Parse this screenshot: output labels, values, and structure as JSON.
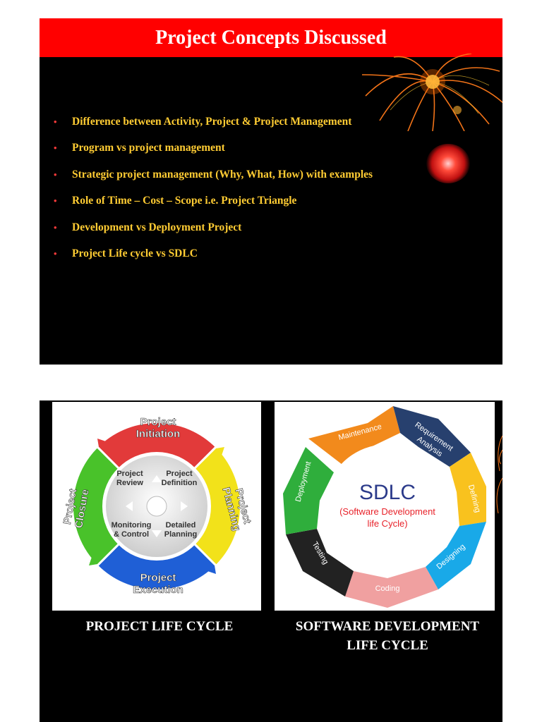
{
  "slide1": {
    "title": "Project Concepts Discussed",
    "bullets": [
      "Difference between Activity, Project & Project Management",
      "Program vs project management",
      "Strategic project management (Why, What, How) with examples",
      "Role of Time – Cost – Scope i.e. Project Triangle",
      "Development vs Deployment Project",
      "Project Life cycle vs SDLC"
    ]
  },
  "plc": {
    "caption": "PROJECT LIFE CYCLE",
    "stages": {
      "initiation": [
        "Project",
        "Initiation"
      ],
      "planning": [
        "Project",
        "Planning"
      ],
      "execution": [
        "Project",
        "Execution"
      ],
      "closure": [
        "Project",
        "Closure"
      ]
    },
    "inner": {
      "review": [
        "Project",
        "Review"
      ],
      "definition": [
        "Project",
        "Definition"
      ],
      "monitoring": [
        "Monitoring",
        "& Control"
      ],
      "detailed": [
        "Detailed",
        "Planning"
      ]
    }
  },
  "sdlc": {
    "caption_line1": "SOFTWARE DEVELOPMENT",
    "caption_line2": "LIFE CYCLE",
    "center_title": "SDLC",
    "center_sub1": "(Software Development",
    "center_sub2": "life Cycle)",
    "phases": {
      "maintenance": "Maintenance",
      "requirement1": "Requirement",
      "requirement2": "Analysis",
      "defining": "Defining",
      "designing": "Designing",
      "coding": "Coding",
      "testing": "Testing",
      "deployment": "Deployment"
    }
  },
  "colors": {
    "title_bar": "#ff0000",
    "bullet_text": "#ffcc33",
    "bullet_dot": "#ff3b3b",
    "background": "#000000"
  }
}
